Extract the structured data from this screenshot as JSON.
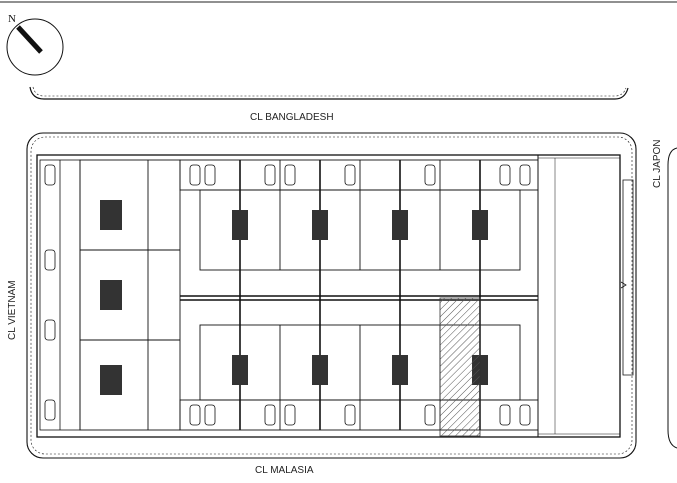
{
  "compass": {
    "label": "N"
  },
  "streets": {
    "north": "CL BANGLADESH",
    "south": "CL MALASIA",
    "west": "CL VIETNAM",
    "east": "CL JAPON"
  },
  "colors": {
    "line": "#111111",
    "hatch": "#555555",
    "background": "#ffffff"
  }
}
